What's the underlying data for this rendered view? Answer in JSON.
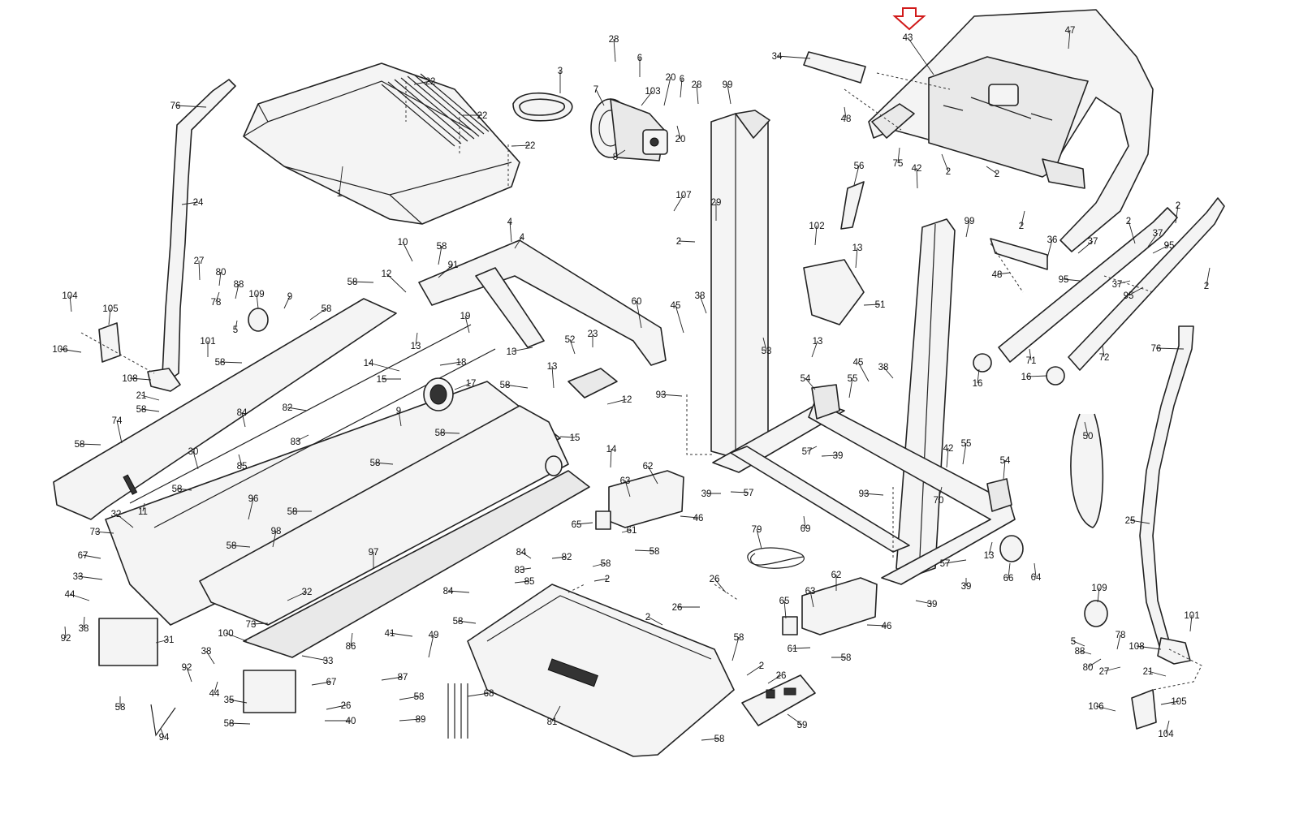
{
  "diagram": {
    "highlight_arrow": {
      "target_part": "43",
      "color": "#d11a1a"
    },
    "part_labels": [
      "1",
      "2",
      "3",
      "4",
      "5",
      "6",
      "7",
      "8",
      "9",
      "10",
      "11",
      "12",
      "13",
      "14",
      "15",
      "16",
      "17",
      "18",
      "19",
      "20",
      "21",
      "22",
      "23",
      "24",
      "25",
      "26",
      "27",
      "28",
      "29",
      "30",
      "31",
      "32",
      "33",
      "34",
      "35",
      "36",
      "37",
      "38",
      "39",
      "40",
      "41",
      "42",
      "43",
      "44",
      "45",
      "46",
      "47",
      "48",
      "49",
      "50",
      "51",
      "52",
      "53",
      "54",
      "55",
      "56",
      "57",
      "58",
      "59",
      "60",
      "61",
      "62",
      "63",
      "64",
      "65",
      "66",
      "67",
      "68",
      "69",
      "70",
      "71",
      "72",
      "73",
      "74",
      "75",
      "76",
      "78",
      "79",
      "80",
      "81",
      "82",
      "83",
      "84",
      "85",
      "86",
      "87",
      "88",
      "89",
      "91",
      "92",
      "93",
      "94",
      "95",
      "96",
      "97",
      "98",
      "99",
      "100",
      "101",
      "102",
      "103",
      "104",
      "105",
      "106",
      "107",
      "108",
      "109"
    ]
  }
}
